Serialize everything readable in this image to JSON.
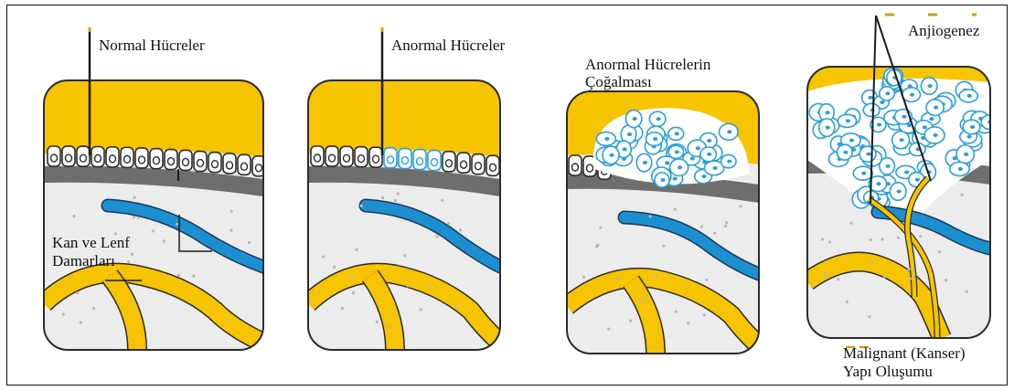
{
  "labels": {
    "normal_cells": "Normal Hücreler",
    "abnormal_cells": "Anormal Hücreler",
    "abnormal_proliferation_line1": "Anormal Hücrelerin",
    "abnormal_proliferation_line2": "Çoğalması",
    "angiogenesis": "Anjiogenez",
    "vessels_line1": "Kan ve Lenf",
    "vessels_line2": "Damarları",
    "malignant_line1": "Malignant (Kanser)",
    "malignant_line2": "Yapı Oluşumu"
  },
  "colors": {
    "yellow": "#f6c400",
    "blue_vessel": "#1c8fd0",
    "cell_blue": "#2a9fd8",
    "gray_layer": "#6e6e6e",
    "tissue": "#ececec",
    "outline": "#2b2b2b"
  }
}
